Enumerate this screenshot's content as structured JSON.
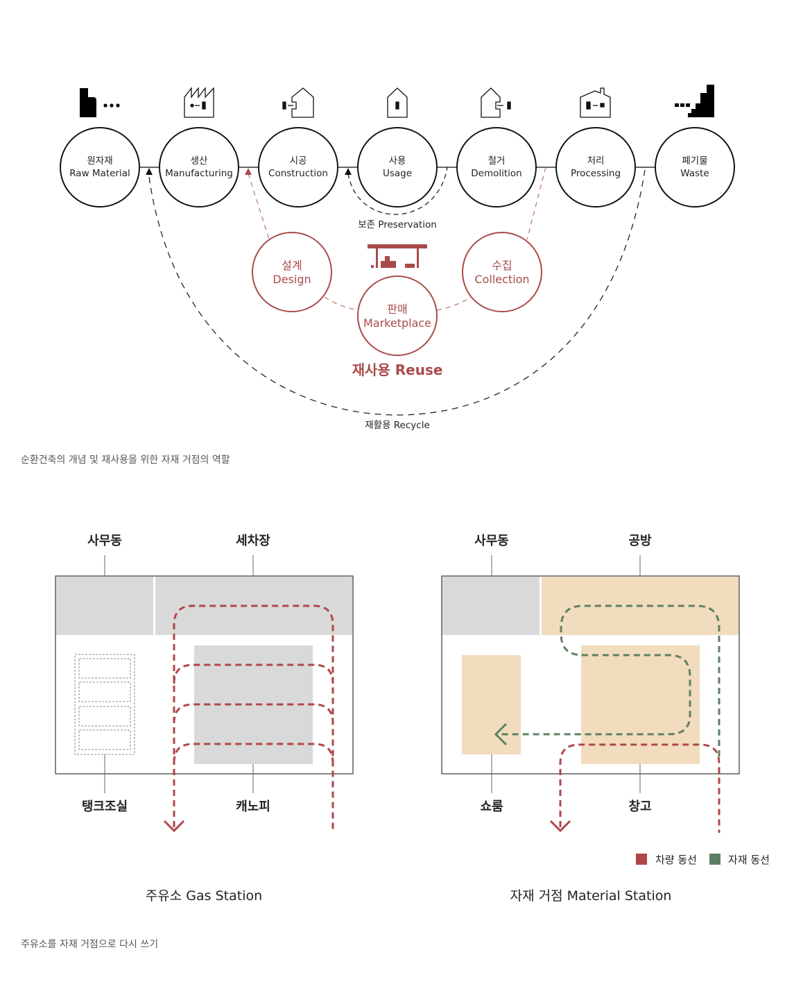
{
  "lifecycle": {
    "stages": [
      {
        "ko": "원자재",
        "en": "Raw Material",
        "icon": "raw-material-icon"
      },
      {
        "ko": "생산",
        "en": "Manufacturing",
        "icon": "factory-icon"
      },
      {
        "ko": "시공",
        "en": "Construction",
        "icon": "construction-house-icon"
      },
      {
        "ko": "사용",
        "en": "Usage",
        "icon": "house-icon"
      },
      {
        "ko": "철거",
        "en": "Demolition",
        "icon": "demolition-house-icon"
      },
      {
        "ko": "처리",
        "en": "Processing",
        "icon": "processing-house-icon"
      },
      {
        "ko": "폐기물",
        "en": "Waste",
        "icon": "waste-stairs-icon"
      }
    ],
    "preservation": "보존 Preservation",
    "reuse_nodes": [
      {
        "ko": "설계",
        "en": "Design"
      },
      {
        "ko": "판매",
        "en": "Marketplace"
      },
      {
        "ko": "수집",
        "en": "Collection"
      }
    ],
    "reuse_label": "재사용 Reuse",
    "recycle_label": "재활용 Recycle",
    "caption": "순환건축의 개념 및 재사용을 위한 자재 거점의 역할"
  },
  "plans": {
    "gas_station": {
      "top_labels": [
        "사무동",
        "세차장"
      ],
      "bottom_labels": [
        "탱크조실",
        "캐노피"
      ],
      "title": "주유소  Gas Station"
    },
    "material_station": {
      "top_labels": [
        "사무동",
        "공방"
      ],
      "bottom_labels": [
        "쇼룸",
        "창고"
      ],
      "title": "자재 거점  Material Station"
    },
    "legend": [
      {
        "label": "차량 동선",
        "color": "#b04648"
      },
      {
        "label": "자재 동선",
        "color": "#5e8062"
      }
    ],
    "caption": "주유소를 자재 거점으로 다시 쓰기"
  },
  "colors": {
    "accent_red": "#a94a4a",
    "green": "#5e8062",
    "beige": "#f1dcbd",
    "gray": "#d9d9d9"
  }
}
